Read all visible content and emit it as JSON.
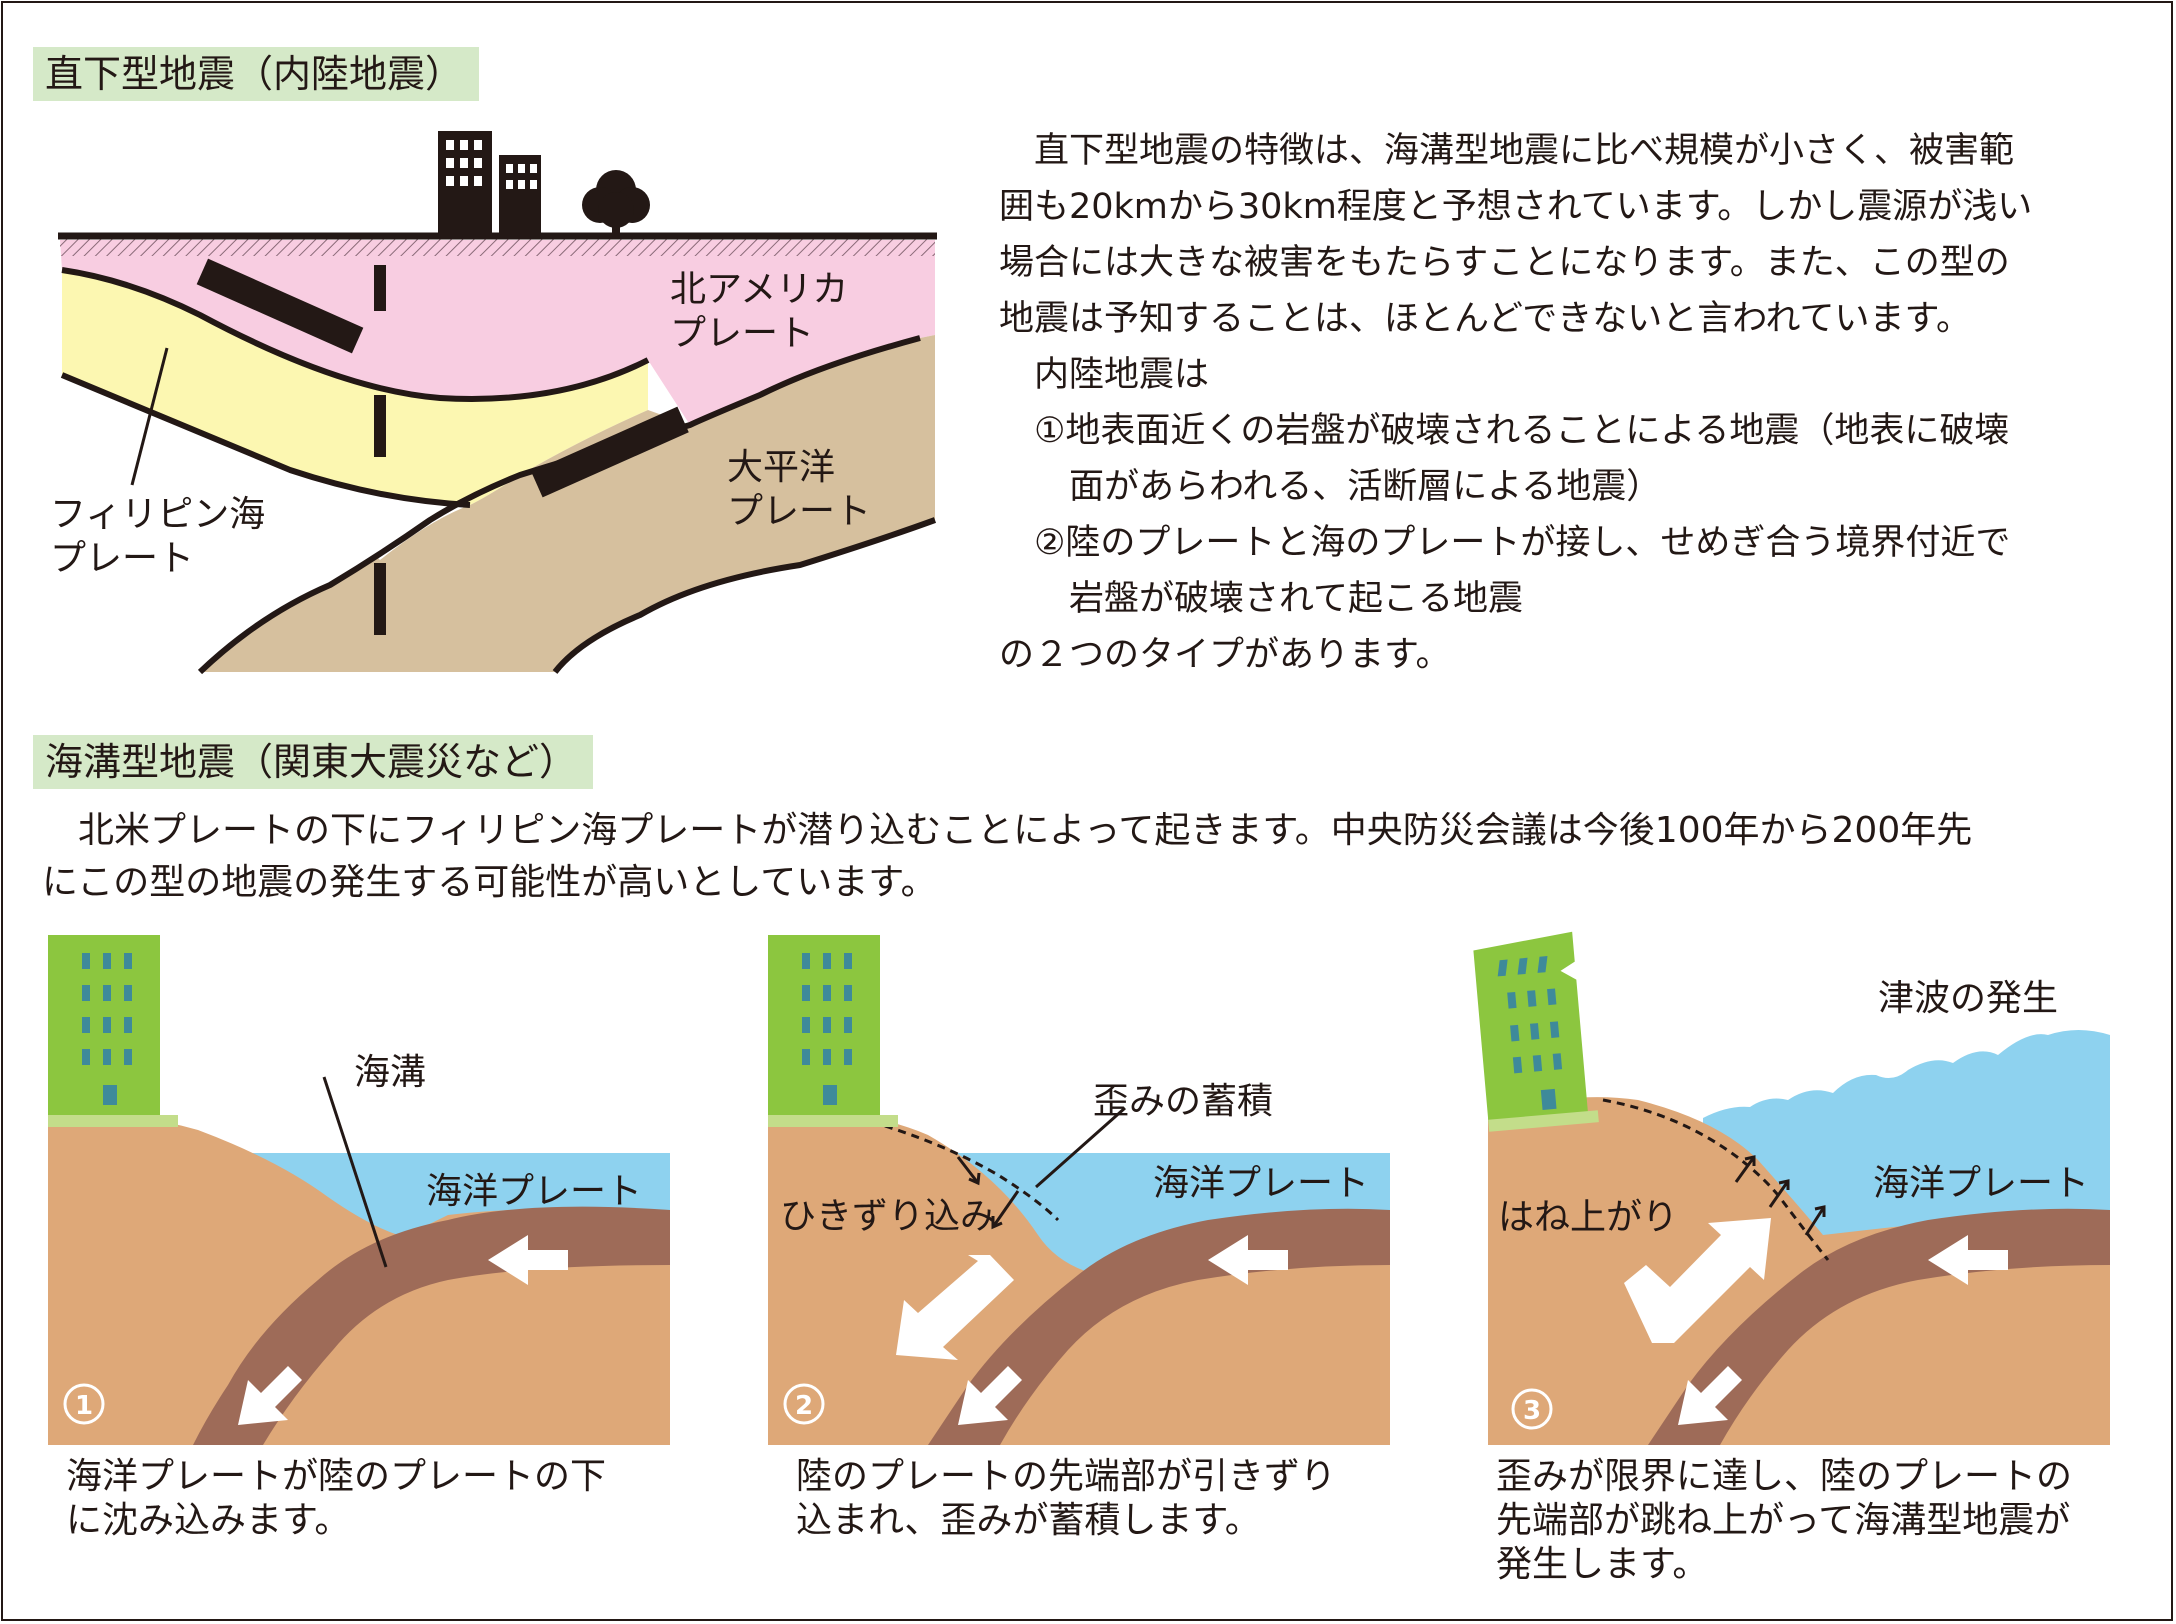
{
  "section1": {
    "heading": "直下型地震（内陸地震）",
    "paragraph": [
      "　直下型地震の特徴は、海溝型地震に比べ規模が小さく、被害範",
      "囲も20kmから30km程度と予想されています。しかし震源が浅い",
      "場合には大きな被害をもたらすことになります。また、この型の",
      "地震は予知することは、ほとんどできないと言われています。",
      "　内陸地震は",
      "　①地表面近くの岩盤が破壊されることによる地震（地表に破壊",
      "　　面があらわれる、活断層による地震）",
      "　②陸のプレートと海のプレートが接し、せめぎ合う境界付近で",
      "　　岩盤が破壊されて起こる地震",
      "の２つのタイプがあります。"
    ],
    "diagram": {
      "labels": {
        "north_american": [
          "北アメリカ",
          "プレート"
        ],
        "pacific": [
          "大平洋",
          "プレート"
        ],
        "philippine": [
          "フィリピン海",
          "プレート"
        ]
      },
      "colors": {
        "north_american": "#f8cde1",
        "philippine": "#fcf7b1",
        "pacific": "#d6c09e"
      }
    }
  },
  "section2": {
    "heading": "海溝型地震（関東大震災など）",
    "paragraph": [
      "　北米プレートの下にフィリピン海プレートが潜り込むことによって起きます。中央防災会議は今後100年から200年先",
      "にこの型の地震の発生する可能性が高いとしています。"
    ],
    "panels": [
      {
        "number": "①",
        "labels": {
          "trench": "海溝",
          "ocean_plate": "海洋プレート"
        },
        "caption": [
          "海洋プレートが陸のプレートの下",
          "に沈み込みます。"
        ]
      },
      {
        "number": "②",
        "labels": {
          "strain": "歪みの蓄積",
          "ocean_plate": "海洋プレート",
          "drag": "ひきずり込み"
        },
        "caption": [
          "陸のプレートの先端部が引きずり",
          "込まれ、歪みが蓄積します。"
        ]
      },
      {
        "number": "③",
        "labels": {
          "tsunami": "津波の発生",
          "ocean_plate": "海洋プレート",
          "rebound": "はね上がり"
        },
        "caption": [
          "歪みが限界に達し、陸のプレートの",
          "先端部が跳ね上がって海溝型地震が",
          "発生します。"
        ]
      }
    ],
    "colors": {
      "land": "#dea878",
      "sea": "#8ed2ef",
      "slab": "#9e6b58",
      "building": "#8cc63f",
      "building_top": "#c3dd8a",
      "window": "#3e8a9a"
    }
  }
}
